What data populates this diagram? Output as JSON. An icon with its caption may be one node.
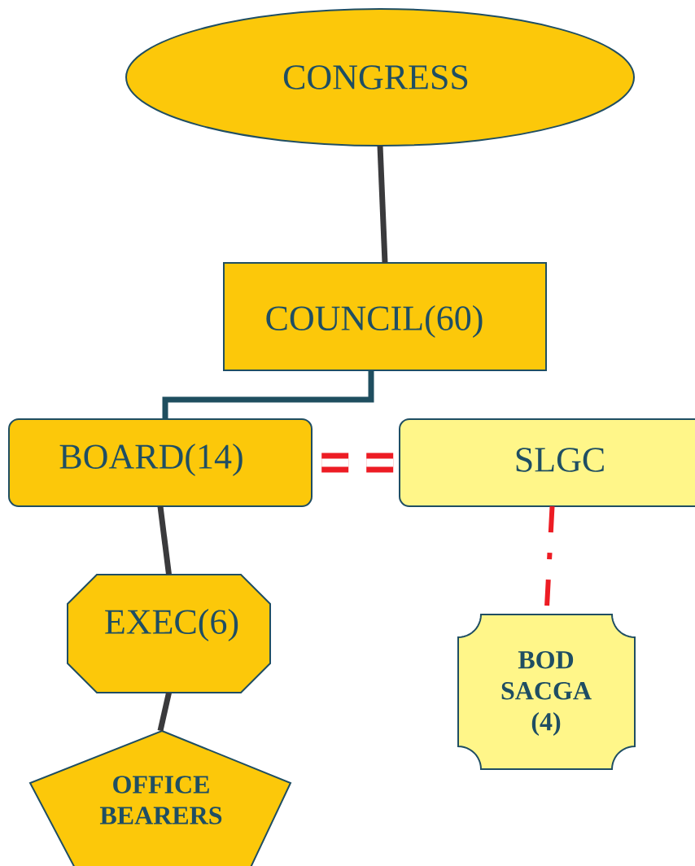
{
  "diagram": {
    "nodes": [
      {
        "text": [
          "CONGRESS"
        ]
      },
      {
        "text": [
          "COUNCIL(60)"
        ]
      },
      {
        "text": [
          "BOARD(14)"
        ]
      },
      {
        "text": [
          "SLGC"
        ]
      },
      {
        "text": [
          "EXEC(6)"
        ]
      },
      {
        "text": [
          "BOD SACGA (4)"
        ]
      },
      {
        "text": [
          "OFFICE BEARERS"
        ]
      }
    ],
    "edges": [
      {
        "from": 0,
        "to": 1,
        "arrow": "none"
      },
      {
        "from": 1,
        "to": 2,
        "arrow": "none",
        "color": "#1f4e5f"
      },
      {
        "from": 2,
        "to": 3,
        "arrow": "none",
        "style": "dashed",
        "color": "#ed1c24"
      },
      {
        "from": 2,
        "to": 4,
        "arrow": "none"
      },
      {
        "from": 3,
        "to": 5,
        "arrow": "none",
        "style": "dashed",
        "color": "#ed1c24"
      },
      {
        "from": 4,
        "to": 6,
        "arrow": "none"
      }
    ]
  }
}
